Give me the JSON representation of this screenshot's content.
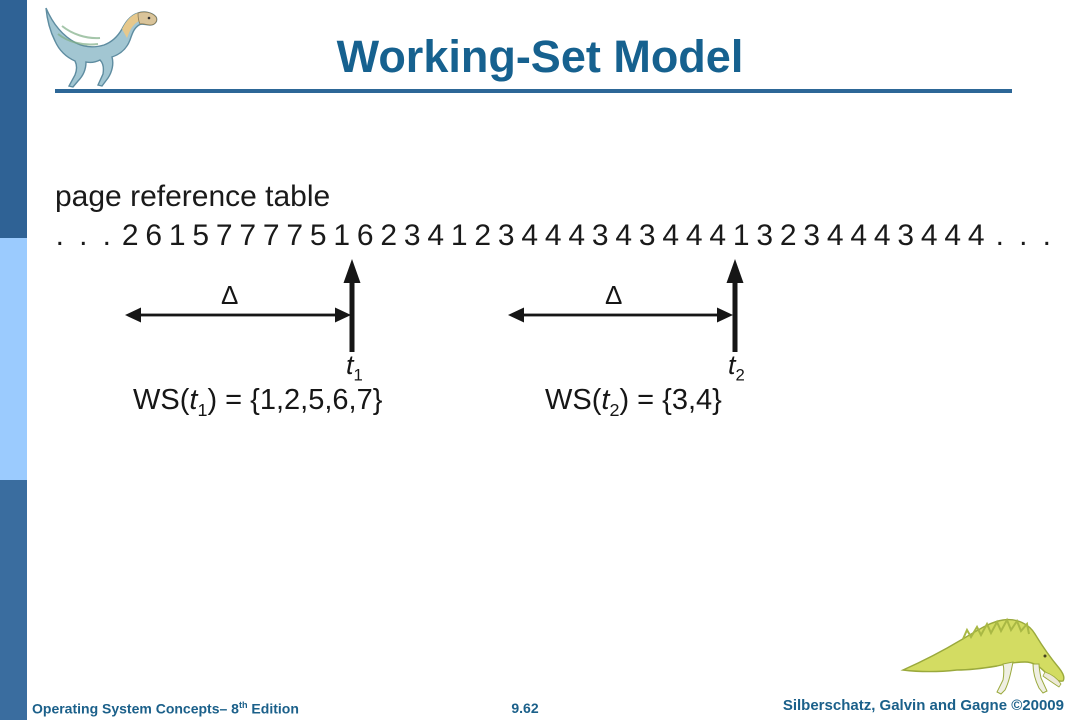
{
  "header": {
    "title": "Working-Set Model"
  },
  "figure": {
    "table_label": "page reference table",
    "sequence_tokens": [
      ".",
      ".",
      ".",
      "2",
      "6",
      "1",
      "5",
      "7",
      "7",
      "7",
      "7",
      "5",
      "1",
      "6",
      "2",
      "3",
      "4",
      "1",
      "2",
      "3",
      "4",
      "4",
      "4",
      "3",
      "4",
      "3",
      "4",
      "4",
      "4",
      "1",
      "3",
      "2",
      "3",
      "4",
      "4",
      "4",
      "3",
      "4",
      "4",
      "4",
      ".",
      ".",
      "."
    ],
    "left": {
      "delta": "Δ",
      "t_var": "t",
      "t_sub": "1",
      "ws_func": "WS(",
      "ws_var": "t",
      "ws_sub": "1",
      "ws_eq": ") = ",
      "ws_set": "{1,2,5,6,7}"
    },
    "right": {
      "delta": "Δ",
      "t_var": "t",
      "t_sub": "2",
      "ws_func": "WS(",
      "ws_var": "t",
      "ws_sub": "2",
      "ws_eq": ") = ",
      "ws_set": "{3,4}"
    }
  },
  "footer": {
    "book_prefix": "Operating System Concepts– 8",
    "edition_sup": "th",
    "edition_rest": " Edition",
    "page": "9.62",
    "authors": "Silberschatz, Galvin and Gagne ©20009"
  },
  "colors": {
    "accent_title": "#16618F",
    "title_rule": "#2D6797",
    "sidebar_top": "#2F6295",
    "sidebar_mid": "#9BCBFE",
    "sidebar_bottom": "#3A6D9F",
    "footer_text": "#1B608A",
    "figure_ink": "#1A1A1A"
  }
}
